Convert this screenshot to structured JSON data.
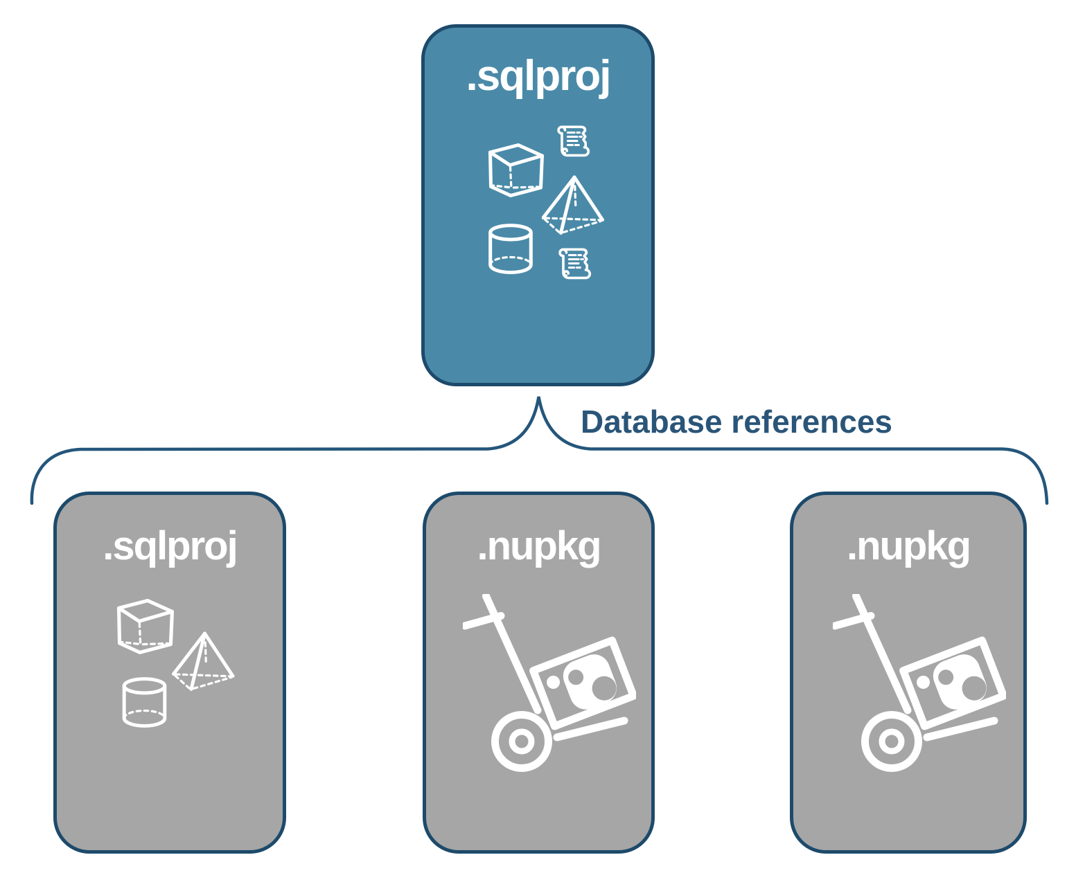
{
  "diagram": {
    "main_card": {
      "label": ".sqlproj",
      "icons": [
        "cube",
        "script-scroll",
        "pyramid",
        "cylinder",
        "script-scroll"
      ]
    },
    "connector": {
      "label": "Database references"
    },
    "reference_cards": [
      {
        "label": ".sqlproj",
        "icons": [
          "cube",
          "pyramid",
          "cylinder"
        ]
      },
      {
        "label": ".nupkg",
        "icons": [
          "nuget-package-dolly"
        ]
      },
      {
        "label": ".nupkg",
        "icons": [
          "nuget-package-dolly"
        ]
      }
    ],
    "colors": {
      "main_card_fill": "#4a8aa8",
      "reference_card_fill": "#a6a6a6",
      "outline": "#1d4a6b",
      "connector_line": "#24567b",
      "connector_text": "#2a5578",
      "icon": "#ffffff",
      "background": "#ffffff"
    }
  }
}
